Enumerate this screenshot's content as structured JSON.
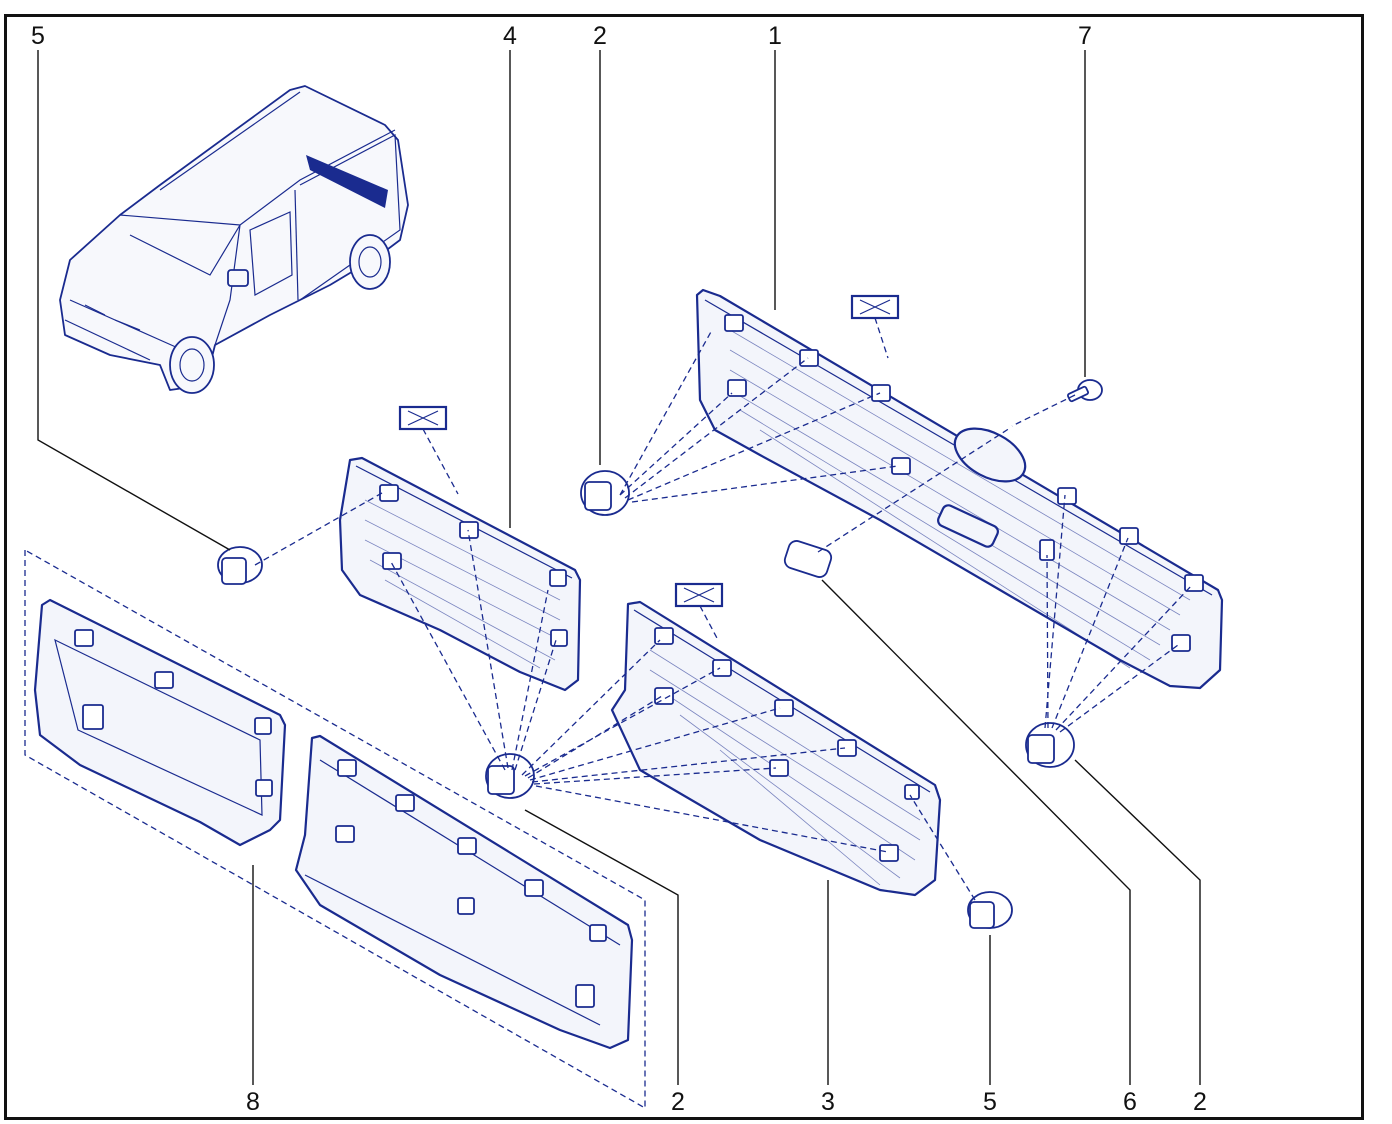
{
  "diagram": {
    "reference_numbers": [
      "5",
      "4",
      "2",
      "1",
      "7",
      "8",
      "2",
      "3",
      "5",
      "6",
      "2"
    ],
    "colors": {
      "line": "#1a2b8f",
      "frame": "#111111",
      "text": "#111111",
      "highlight": "#1a2b8f"
    },
    "icons": [
      "van-icon",
      "fastener-clip-icon",
      "screw-icon",
      "adhesive-symbol-icon"
    ]
  }
}
